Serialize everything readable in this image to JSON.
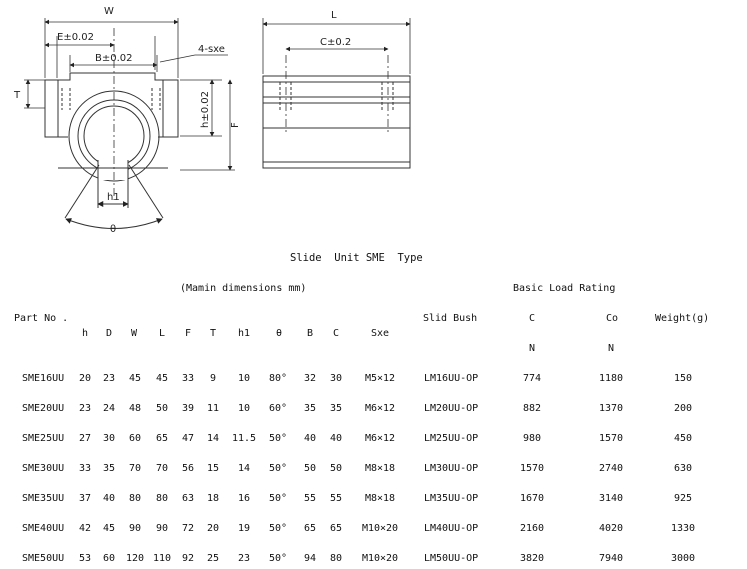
{
  "drawing": {
    "labels": {
      "W": "W",
      "E": "E±0.02",
      "B": "B±0.02",
      "sxe": "4-sxe",
      "T": "T",
      "h": "h±0.02",
      "F": "F",
      "h1": "h1",
      "theta": "θ",
      "L": "L",
      "C": "C±0.2"
    }
  },
  "title": "Slide  Unit SME  Type",
  "headers": {
    "main_dimensions": "(Mamin dimensions mm)",
    "basic_load_rating": "Basic Load Rating",
    "part_no": "Part No .",
    "slid_bush": "Slid Bush",
    "weight": "Weight(g)",
    "C": "C",
    "Co": "Co",
    "C_unit": "N",
    "Co_unit": "N",
    "dims": [
      "h",
      "D",
      "W",
      "L",
      "F",
      "T",
      "h1",
      "θ",
      "B",
      "C",
      "Sxe"
    ]
  },
  "rows": [
    {
      "part": "SME16UU",
      "h": "20",
      "D": "23",
      "W": "45",
      "L": "45",
      "F": "33",
      "T": "9",
      "h1": "10",
      "theta": "80°",
      "B": "32",
      "C": "30",
      "sxe": "M5×12",
      "bush": "LM16UU-OP",
      "c": "774",
      "co": "1180",
      "weight": "150"
    },
    {
      "part": "SME20UU",
      "h": "23",
      "D": "24",
      "W": "48",
      "L": "50",
      "F": "39",
      "T": "11",
      "h1": "10",
      "theta": "60°",
      "B": "35",
      "C": "35",
      "sxe": "M6×12",
      "bush": "LM20UU-OP",
      "c": "882",
      "co": "1370",
      "weight": "200"
    },
    {
      "part": "SME25UU",
      "h": "27",
      "D": "30",
      "W": "60",
      "L": "65",
      "F": "47",
      "T": "14",
      "h1": "11.5",
      "theta": "50°",
      "B": "40",
      "C": "40",
      "sxe": "M6×12",
      "bush": "LM25UU-OP",
      "c": "980",
      "co": "1570",
      "weight": "450"
    },
    {
      "part": "SME30UU",
      "h": "33",
      "D": "35",
      "W": "70",
      "L": "70",
      "F": "56",
      "T": "15",
      "h1": "14",
      "theta": "50°",
      "B": "50",
      "C": "50",
      "sxe": "M8×18",
      "bush": "LM30UU-OP",
      "c": "1570",
      "co": "2740",
      "weight": "630"
    },
    {
      "part": "SME35UU",
      "h": "37",
      "D": "40",
      "W": "80",
      "L": "80",
      "F": "63",
      "T": "18",
      "h1": "16",
      "theta": "50°",
      "B": "55",
      "C": "55",
      "sxe": "M8×18",
      "bush": "LM35UU-OP",
      "c": "1670",
      "co": "3140",
      "weight": "925"
    },
    {
      "part": "SME40UU",
      "h": "42",
      "D": "45",
      "W": "90",
      "L": "90",
      "F": "72",
      "T": "20",
      "h1": "19",
      "theta": "50°",
      "B": "65",
      "C": "65",
      "sxe": "M10×20",
      "bush": "LM40UU-OP",
      "c": "2160",
      "co": "4020",
      "weight": "1330"
    },
    {
      "part": "SME50UU",
      "h": "53",
      "D": "60",
      "W": "120",
      "L": "110",
      "F": "92",
      "T": "25",
      "h1": "23",
      "theta": "50°",
      "B": "94",
      "C": "80",
      "sxe": "M10×20",
      "bush": "LM50UU-OP",
      "c": "3820",
      "co": "7940",
      "weight": "3000"
    }
  ]
}
